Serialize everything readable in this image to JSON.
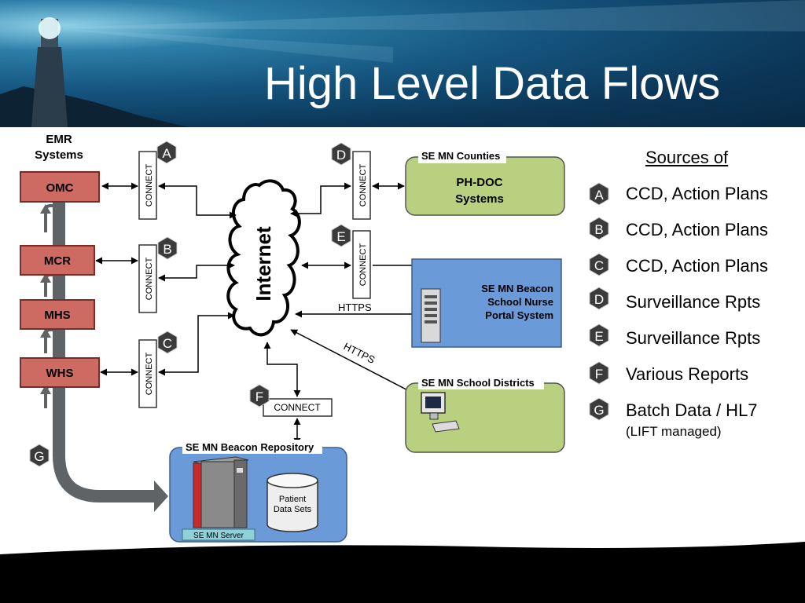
{
  "slide": {
    "title": "High Level Data Flows"
  },
  "emr": {
    "title_line1": "EMR",
    "title_line2": "Systems",
    "systems": [
      "OMC",
      "MCR",
      "MHS",
      "WHS"
    ]
  },
  "diagram": {
    "connect_label": "CONNECT",
    "internet_label": "Internet",
    "https_label_1": "HTTPS",
    "https_label_2": "HTTPS",
    "counties_header": "SE MN Counties",
    "phdoc_line1": "PH-DOC",
    "phdoc_line2": "Systems",
    "beacon_line1": "SE MN Beacon",
    "beacon_line2": "School Nurse",
    "beacon_line3": "Portal System",
    "districts_header": "SE MN School Districts",
    "repository_header": "SE MN Beacon Repository",
    "patient_line1": "Patient",
    "patient_line2": "Data Sets",
    "server_label": "SE MN Server",
    "markers": [
      "A",
      "B",
      "C",
      "D",
      "E",
      "F",
      "G"
    ]
  },
  "sources": {
    "title": "Sources of",
    "items": [
      {
        "letter": "A",
        "text": "CCD, Action Plans"
      },
      {
        "letter": "B",
        "text": "CCD, Action Plans"
      },
      {
        "letter": "C",
        "text": "CCD, Action Plans"
      },
      {
        "letter": "D",
        "text": "Surveillance Rpts"
      },
      {
        "letter": "E",
        "text": "Surveillance Rpts"
      },
      {
        "letter": "F",
        "text": "Various Reports"
      },
      {
        "letter": "G",
        "text": "Batch Data / HL7"
      }
    ],
    "subnote": "(LIFT managed)"
  }
}
